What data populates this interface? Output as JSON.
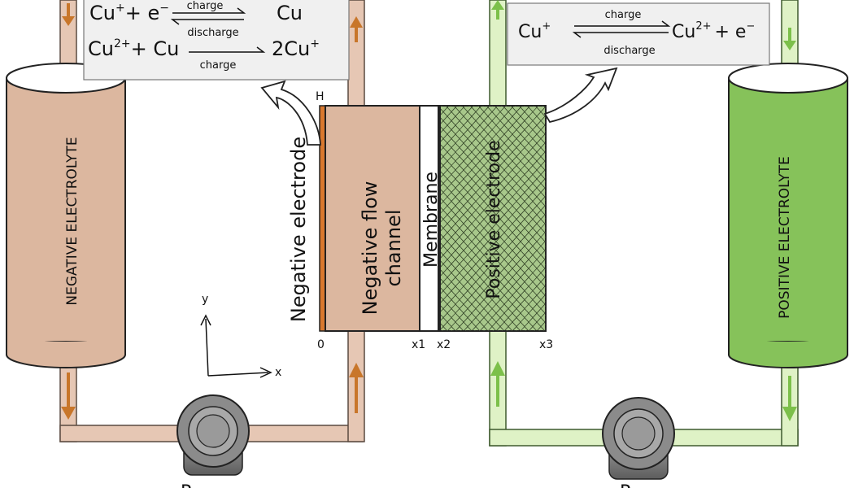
{
  "equations_left": {
    "line1_lhs_a": "Cu",
    "line1_lhs_sup": "+",
    "line1_lhs_b": "+ e",
    "line1_lhs_b_sup": "−",
    "line1_label_top": "charge",
    "line1_label_bottom": "discharge",
    "line1_rhs": "Cu",
    "line2_lhs_a": "Cu",
    "line2_lhs_sup": "2+",
    "line2_lhs_b": "+ Cu",
    "line2_label": "charge",
    "line2_rhs": "2Cu",
    "line2_rhs_sup": "+"
  },
  "equations_right": {
    "lhs": "Cu",
    "lhs_sup": "+",
    "label_top": "charge",
    "label_bottom": "discharge",
    "rhs": "Cu",
    "rhs_sup": "2+",
    "rhs_tail": "+ e",
    "rhs_tail_sup": "−"
  },
  "tanks": {
    "negative_label": "NEGATIVE ELECTROLYTE",
    "positive_label": "POSITIVE ELECTROLYTE",
    "negative_color": "#dcb79f",
    "positive_color": "#86c25a"
  },
  "cell": {
    "negative_electrode": "Negative electrode",
    "flow_channel_line1": "Negative flow",
    "flow_channel_line2": "channel",
    "membrane": "Membrane",
    "positive_electrode": "Positive electrode",
    "height_label": "H",
    "x_labels": [
      "0",
      "x1",
      "x2",
      "x3"
    ]
  },
  "axes": {
    "x": "x",
    "y": "y"
  },
  "pumps": {
    "left_label": "P",
    "right_label": "P"
  },
  "colors": {
    "neg_pipe": "#e6c7b4",
    "pos_pipe": "#dff2c6",
    "neg_arrow": "#c8762a",
    "pos_arrow": "#7cc04a",
    "electrode_orange": "#d9782e"
  }
}
